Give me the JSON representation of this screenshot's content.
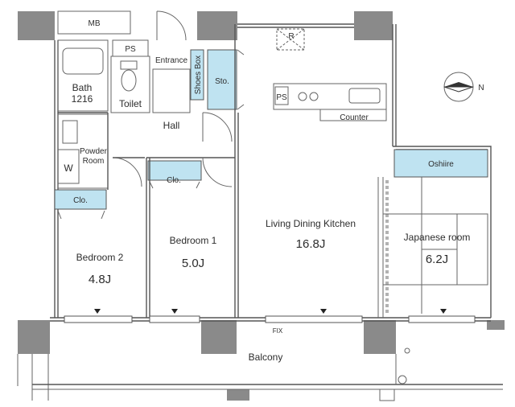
{
  "rooms": {
    "mb": "MB",
    "ps_top": "PS",
    "entrance": "Entrance",
    "shoes_box": "Shoes Box",
    "storage": "Sto.",
    "bath": "Bath",
    "bath_size": "1216",
    "toilet": "Toilet",
    "hall": "Hall",
    "powder_room_line1": "Powder",
    "powder_room_line2": "Room",
    "washer": "W",
    "closet_bedroom2": "Clo.",
    "closet_bedroom1": "Clo.",
    "bedroom2": "Bedroom 2",
    "bedroom2_area": "4.8J",
    "bedroom1": "Bedroom 1",
    "bedroom1_area": "5.0J",
    "ldk": "Living Dining Kitchen",
    "ldk_area": "16.8J",
    "ps_kitchen": "PS",
    "counter": "Counter",
    "oshiire": "Oshiire",
    "japanese_room": "Japanese room",
    "japanese_room_area": "6.2J",
    "fix": "FIX",
    "balcony": "Balcony",
    "refrigerator": "R"
  },
  "compass": {
    "north": "N"
  },
  "colors": {
    "wall": "#8a8a8a",
    "storage": "#bfe3f1",
    "line": "#555555"
  }
}
